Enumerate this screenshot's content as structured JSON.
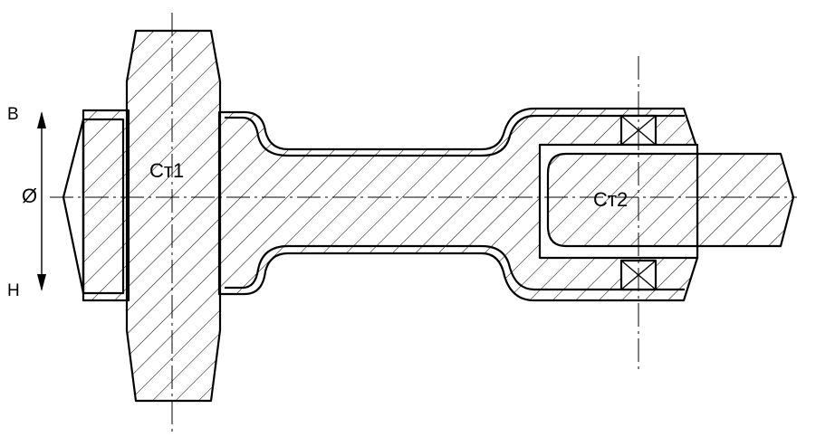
{
  "labels": {
    "top_direction": "В",
    "bottom_direction": "Н",
    "diameter_symbol": "Ø",
    "part_1": "Ст1",
    "part_2": "Ст2"
  },
  "colors": {
    "line": "#000000",
    "background": "#ffffff"
  }
}
